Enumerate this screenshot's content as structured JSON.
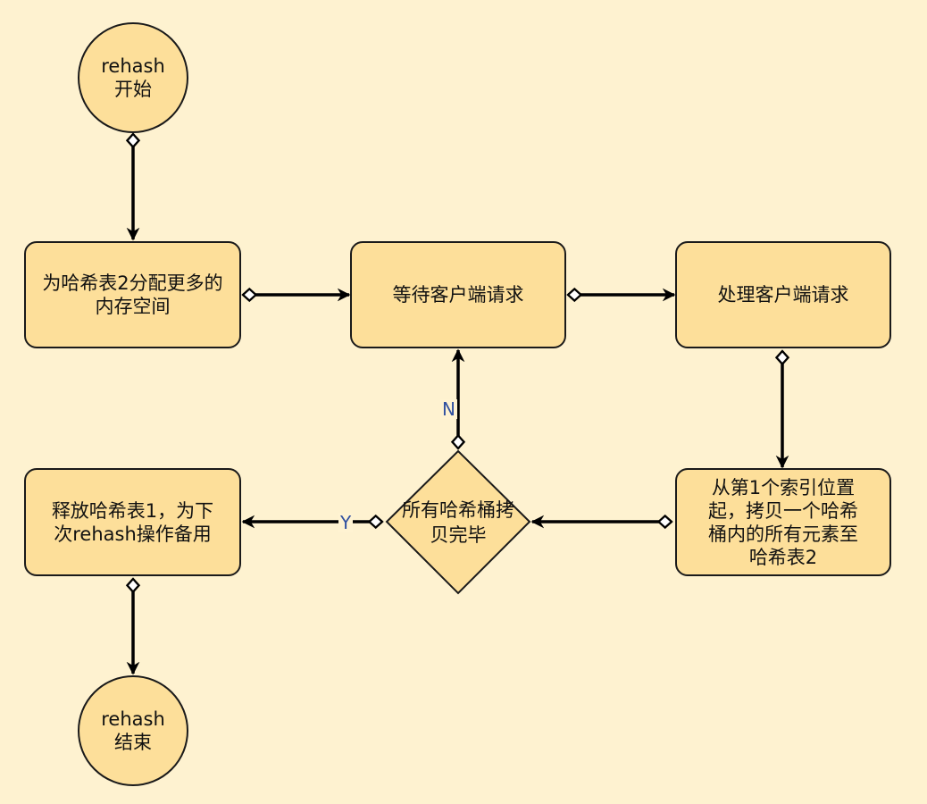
{
  "nodes": {
    "start": "rehash\n开始",
    "allocate": "为哈希表2分配更多的\n内存空间",
    "wait": "等待客户端请求",
    "handle": "处理客户端请求",
    "copy": "从第1个索引位置\n起，拷贝一个哈希\n桶内的所有元素至\n哈希表2",
    "decision": "所有哈希桶拷\n贝完毕",
    "release": "释放哈希表1，为下\n次rehash操作备用",
    "end": "rehash\n结束"
  },
  "edge_labels": {
    "no": "N",
    "yes": "Y"
  },
  "colors": {
    "background": "#fef2d0",
    "node_fill": "#fddf9a",
    "stroke": "#000000"
  }
}
